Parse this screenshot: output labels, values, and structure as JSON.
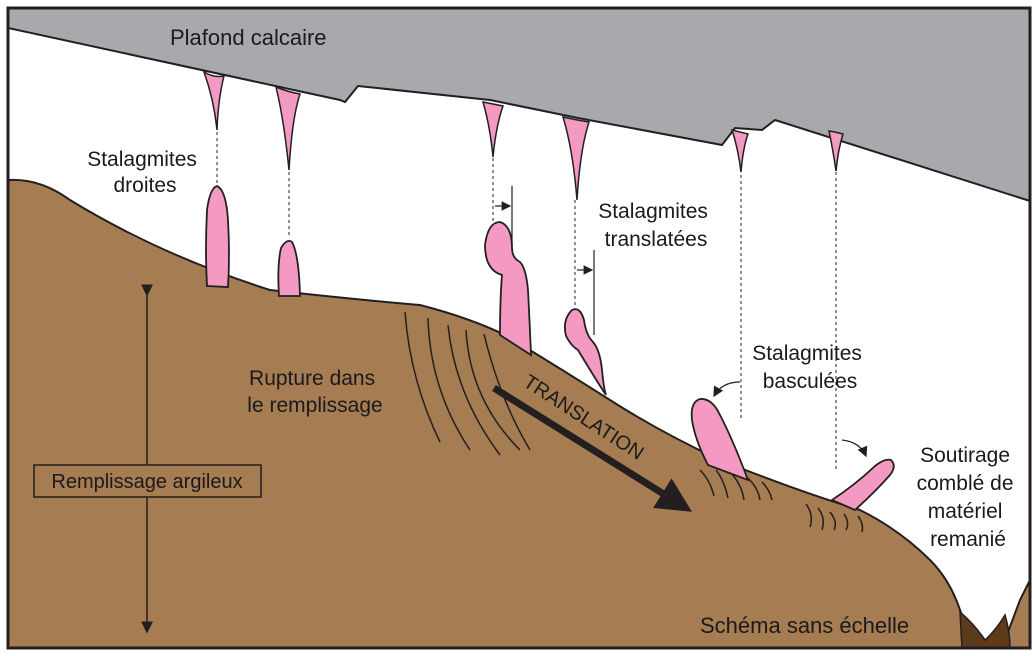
{
  "labels": {
    "ceiling": "Plafond calcaire",
    "straight_1": "Stalagmites",
    "straight_2": "droites",
    "translated_1": "Stalagmites",
    "translated_2": "translatées",
    "tilted_1": "Stalagmites",
    "tilted_2": "basculées",
    "rupture_1": "Rupture dans",
    "rupture_2": "le remplissage",
    "translation": "TRANSLATION",
    "fill": "Remplissage argileux",
    "soutirage_1": "Soutirage",
    "soutirage_2": "comblé de",
    "soutirage_3": "matériel",
    "soutirage_4": "remanié",
    "scale_note": "Schéma sans échelle"
  },
  "colors": {
    "ceiling": "#a7a9ac",
    "clay": "#a67c52",
    "clay_dark": "#5c3a1a",
    "stalagmite": "#f49ac2",
    "outline": "#231f20"
  }
}
